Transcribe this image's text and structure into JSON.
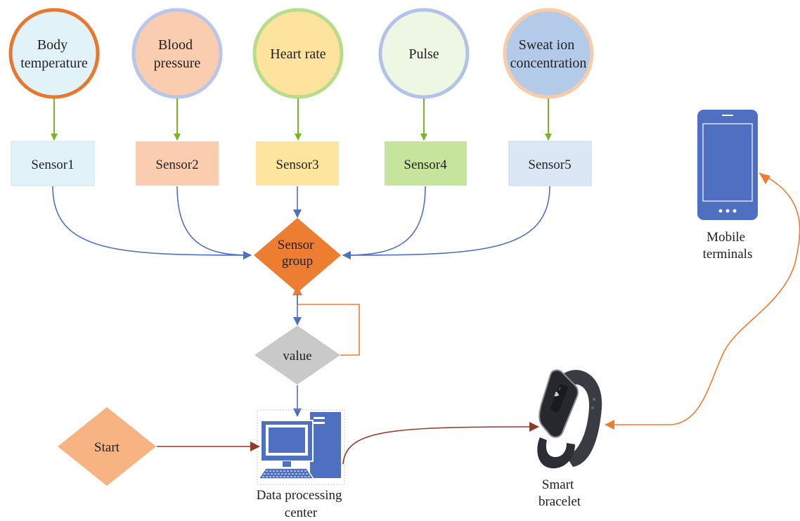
{
  "parameters": [
    {
      "lines": [
        "Body",
        "temperature"
      ]
    },
    {
      "lines": [
        "Blood",
        "pressure"
      ]
    },
    {
      "lines": [
        "Heart rate"
      ]
    },
    {
      "lines": [
        "Pulse"
      ]
    },
    {
      "lines": [
        "Sweat ion",
        "concentration"
      ]
    }
  ],
  "sensors": [
    "Sensor1",
    "Sensor2",
    "Sensor3",
    "Sensor4",
    "Sensor5"
  ],
  "sensor_group": {
    "lines": [
      "Sensor",
      "group"
    ]
  },
  "value_node": {
    "label": "value"
  },
  "start_node": {
    "label": "Start"
  },
  "data_center": {
    "lines": [
      "Data processing",
      "center"
    ]
  },
  "bracelet": {
    "lines": [
      "Smart",
      "bracelet"
    ]
  },
  "mobile": {
    "lines": [
      "Mobile",
      "terminals"
    ]
  },
  "colors": {
    "arrow_green": "#7ab32a",
    "arrow_blue": "#4f6fc1",
    "arrow_orange": "#ed7d31",
    "arrow_darkred": "#943726",
    "sensor_group_fill": "#ed7d31",
    "value_fill": "#c9c9c9",
    "start_fill": "#f8b382",
    "device_blue": "#4f6fc1"
  }
}
